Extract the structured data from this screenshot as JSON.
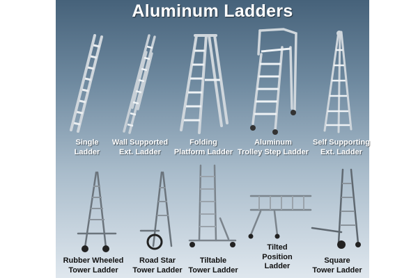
{
  "title": "Aluminum Ladders",
  "ladders": [
    {
      "name": "single-ladder",
      "label": "Single\nLadder"
    },
    {
      "name": "wall-supported-ext-ladder",
      "label": "Wall Supported\nExt. Ladder"
    },
    {
      "name": "folding-platform-ladder",
      "label": "Folding\nPlatform Ladder"
    },
    {
      "name": "aluminum-trolley-step-ladder",
      "label": "Aluminum\nTrolley Step Ladder"
    },
    {
      "name": "self-supporting-ext-ladder",
      "label": "Self Supporting\nExt. Ladder"
    },
    {
      "name": "rubber-wheeled-tower-ladder",
      "label": "Rubber Wheeled\nTower Ladder"
    },
    {
      "name": "road-star-tower-ladder",
      "label": "Road Star\nTower Ladder"
    },
    {
      "name": "tiltable-tower-ladder",
      "label": "Tiltable\nTower Ladder"
    },
    {
      "name": "tilted-position-ladder",
      "label": "Tilted\nPosition\nLadder"
    },
    {
      "name": "square-tower-ladder",
      "label": "Square\nTower Ladder"
    }
  ]
}
